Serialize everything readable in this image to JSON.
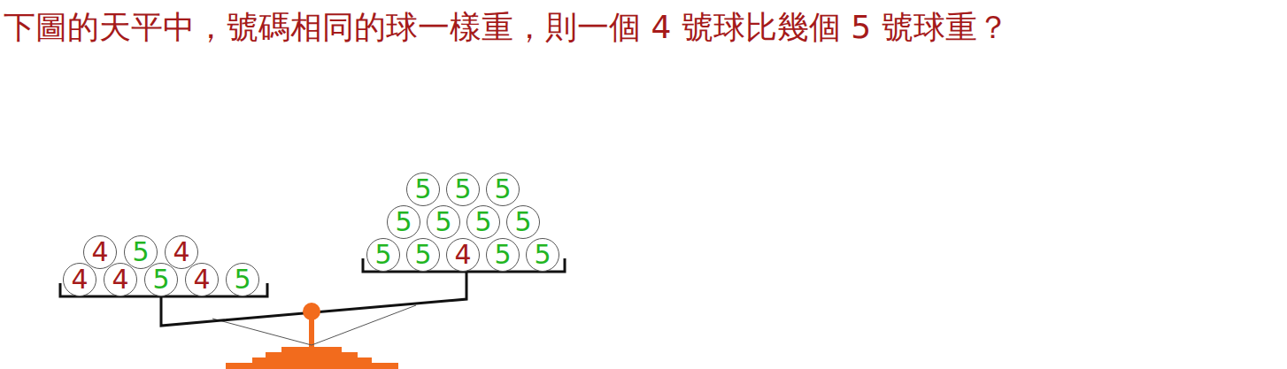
{
  "diagram": {
    "title": "下圖的天平中，號碼相同的球一樣重，則一個 4 號球比幾個 5 號球重？",
    "nodes": [
      {
        "text": [
          "4"
        ]
      },
      {
        "text": [
          "5"
        ]
      },
      {
        "text": [
          "4"
        ]
      },
      {
        "text": [
          "4"
        ]
      },
      {
        "text": [
          "4"
        ]
      },
      {
        "text": [
          "5"
        ]
      },
      {
        "text": [
          "4"
        ]
      },
      {
        "text": [
          "5"
        ]
      },
      {
        "text": [
          "5"
        ]
      },
      {
        "text": [
          "5"
        ]
      },
      {
        "text": [
          "5"
        ]
      },
      {
        "text": [
          "5"
        ]
      },
      {
        "text": [
          "5"
        ]
      },
      {
        "text": [
          "5"
        ]
      },
      {
        "text": [
          "5"
        ]
      },
      {
        "text": [
          "5"
        ]
      },
      {
        "text": [
          "5"
        ]
      },
      {
        "text": [
          "4"
        ]
      },
      {
        "text": [
          "5"
        ]
      },
      {
        "text": [
          "5"
        ]
      }
    ]
  }
}
